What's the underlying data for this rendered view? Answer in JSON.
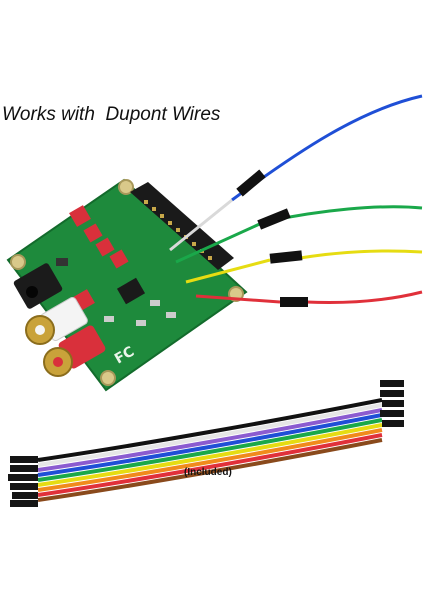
{
  "headline": "Works with  Dupont Wires",
  "caption": "(Included)",
  "colors": {
    "board": "#1e8a3c",
    "board_dark": "#136b2c",
    "wire_blue": "#1f4fd6",
    "wire_green": "#1aa84a",
    "wire_yellow": "#e6dc12",
    "wire_red": "#e0303a",
    "rca_red": "#d9303b",
    "rca_white": "#f4f4f4"
  },
  "icons": [
    "raspberry-pi-hat-board",
    "dupont-wire-bundle",
    "rca-jack",
    "audio-jack",
    "fcc-logo"
  ]
}
